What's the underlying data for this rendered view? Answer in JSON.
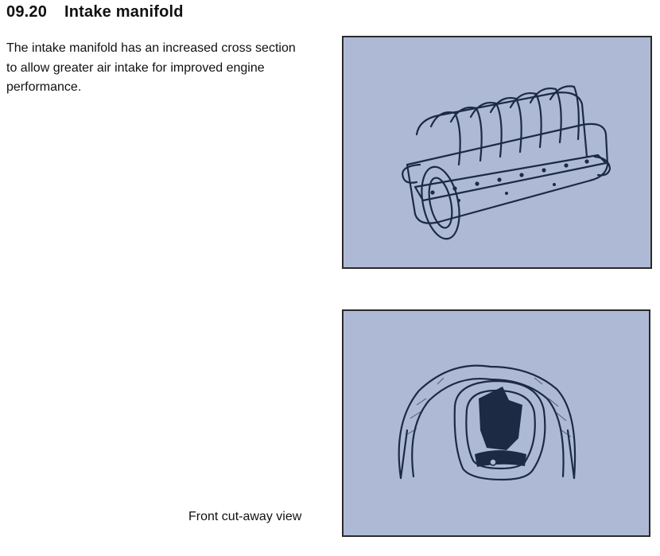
{
  "section": {
    "number": "09.20",
    "title": "Intake manifold"
  },
  "body": {
    "paragraph": "The intake manifold has an increased cross section to allow greater air intake for improved engine performance."
  },
  "figures": {
    "top": {
      "subject": "intake-manifold-illustration"
    },
    "bottom": {
      "subject": "front-cut-away-illustration",
      "caption": "Front cut-away view"
    }
  },
  "colors": {
    "figure_background": "#aebad5",
    "line_art": "#1c2a44",
    "border": "#2a2a2a"
  }
}
